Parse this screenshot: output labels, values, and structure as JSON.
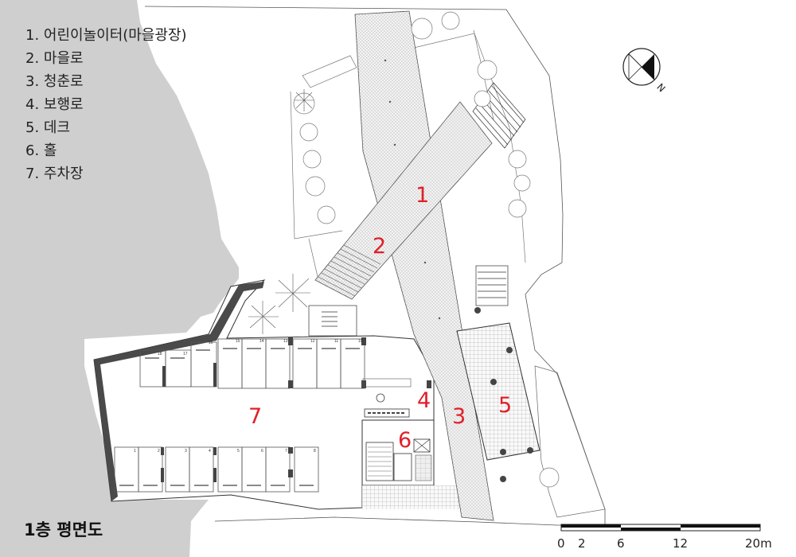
{
  "legend": [
    "1. 어린이놀이터(마을광장)",
    "2. 마을로",
    "3. 청춘로",
    "4. 보행로",
    "5. 데크",
    "6. 홀",
    "7.  주차장"
  ],
  "plan_title": "1층 평면도",
  "zone_numbers": [
    "1",
    "2",
    "3",
    "4",
    "5",
    "6",
    "7"
  ],
  "north_label": "N",
  "scale_labels": [
    "0",
    "2",
    "6",
    "12",
    "20m"
  ],
  "parking_top": [
    "18",
    "17",
    "16",
    "15",
    "14",
    "13",
    "12",
    "11",
    "10"
  ],
  "parking_bottom": [
    "1",
    "2",
    "3",
    "4",
    "5",
    "6",
    "7",
    "8"
  ],
  "colors": {
    "number_red": "#e0202a",
    "terrain_gray": "#cfcfcf",
    "wall_dark": "#4a4a4a",
    "hatch": "#8a8a8a"
  }
}
